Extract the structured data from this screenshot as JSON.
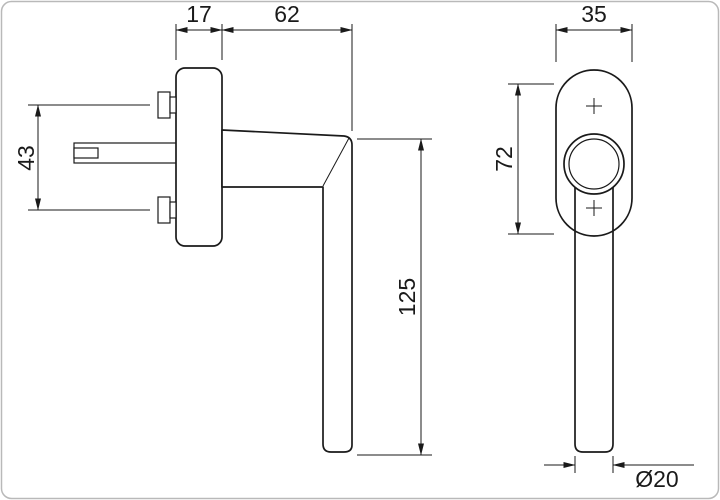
{
  "drawing": {
    "kind": "technical dimension drawing",
    "subject": "window handle, side view and front view",
    "dims": {
      "rosette_depth": "17",
      "neck_length": "62",
      "screw_spacing": "43",
      "handle_length": "125",
      "rosette_width": "35",
      "rosette_length": "72",
      "grip_diameter": "Ø20"
    },
    "colors": {
      "line": "#1a1a1a",
      "border": "#b9b9b9",
      "background": "#ffffff"
    }
  }
}
